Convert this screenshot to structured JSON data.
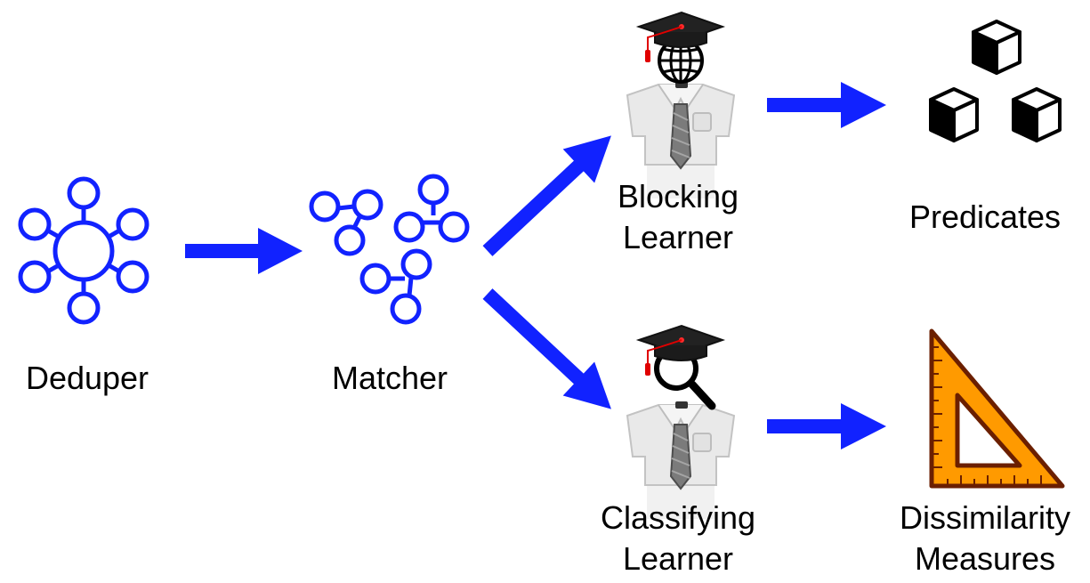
{
  "colors": {
    "accent": "#1122ff",
    "ruler": "#ff9a00",
    "ruler_outline": "#6b1f00",
    "tassel": "#e00000",
    "shirt": "#e8e8e8",
    "tie": "#7a7a7a"
  },
  "nodes": {
    "deduper": {
      "label": "Deduper",
      "icon": "network-hub-icon"
    },
    "matcher": {
      "label": "Matcher",
      "icon": "network-clusters-icon"
    },
    "blocking_learner": {
      "line1": "Blocking",
      "line2": "Learner",
      "icon": "graduate-globe-icon"
    },
    "classifying_learner": {
      "line1": "Classifying",
      "line2": "Learner",
      "icon": "graduate-magnifier-icon"
    },
    "predicates": {
      "label": "Predicates",
      "icon": "cubes-icon"
    },
    "dissimilarity_measures": {
      "line1": "Dissimilarity",
      "line2": "Measures",
      "icon": "set-square-ruler-icon"
    }
  },
  "edges": [
    {
      "from": "Deduper",
      "to": "Matcher"
    },
    {
      "from": "Matcher",
      "to": "Blocking Learner"
    },
    {
      "from": "Matcher",
      "to": "Classifying Learner"
    },
    {
      "from": "Blocking Learner",
      "to": "Predicates"
    },
    {
      "from": "Classifying Learner",
      "to": "Dissimilarity Measures"
    }
  ]
}
